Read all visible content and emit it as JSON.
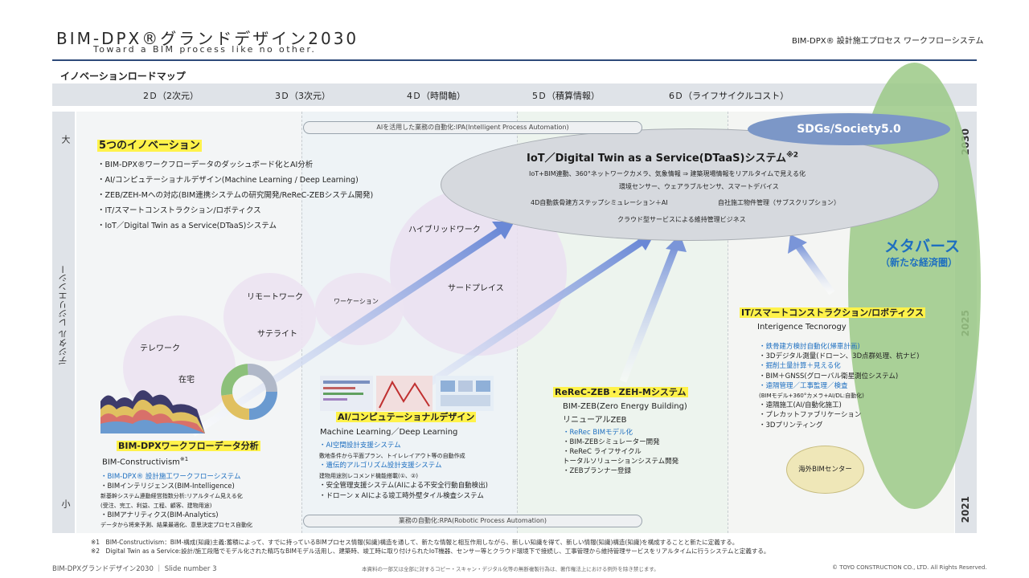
{
  "header": {
    "title": "BIM-DPX®グランドデザイン2030",
    "subtitle": "Toward a BIM process like no other.",
    "tagline": "BIM-DPX®  設計施工プロセス ワークフローシステム"
  },
  "roadmap": {
    "title": "イノベーションロードマップ",
    "dimensions": [
      "2Ｄ（2次元）",
      "3Ｄ（3次元）",
      "4Ｄ（時間軸）",
      "5Ｄ（積算情報）",
      "6Ｄ（ライフサイクルコスト）"
    ],
    "axis_left": {
      "top": "大",
      "middle": "デジタル レジリエンシー",
      "bottom": "小"
    },
    "axis_right": {
      "top": "2030",
      "middle": "2025",
      "bottom": "2021"
    }
  },
  "ipa_label": "AIを活用した業務の自動化:IPA(Intelligent Process Automation)",
  "rpa_label": "業務の自動化:RPA(Robotic Process Automation)",
  "sdgs_label": "SDGs/Society5.0",
  "innovations": {
    "title": "5つのイノベーション",
    "items": [
      "・BIM-DPX®ワークフローデータのダッシュボード化とAI分析",
      "・AI/コンピュテーショナルデザイン(Machine Learning / Deep Learning)",
      "・ZEB/ZEH-Mへの対応(BIM連携システムの研究開発/ReReC-ZEBシステム開発)",
      "・IT/スマートコンストラクション/ロボティクス",
      "・IoT／Digital Twin as a Service(DTaaS)システム"
    ]
  },
  "dtaas": {
    "title": "IoT／Digital Twin as a Service(DTaaS)システム",
    "sup": "※2",
    "lines": [
      "IoT+BIM連動、360°ネットワークカメラ、気象情報 ⇒ 建築現場情報をリアルタイムで見える化",
      "環境センサー、ウェアラブルセンサ、スマートデバイス",
      "4D自動鉄骨建方ステップシミュレーション＋AI",
      "自社施工物件管理（サブスクリプション）",
      "クラウド型サービスによる維持管理ビジネス"
    ]
  },
  "metaverse": {
    "title": "メタバース",
    "sub": "（新たな経済圏）"
  },
  "work_styles": [
    "ハイブリッドワーク",
    "サードプレイス",
    "リモートワーク",
    "ワーケーション",
    "サテライト",
    "テレワーク",
    "在宅"
  ],
  "workflow": {
    "title": "BIM-DPXワークフローデータ分析",
    "sub": "BIM-Constructivism",
    "sub_sup": "※1",
    "items": [
      "・BIM-DPX®  設計施工ワークフローシステム",
      "・BIMインテリジェンス(BIM-Intelligence)",
      "  新基幹システム連動経営指数分析:リアルタイム見える化",
      "  (受注、完工、利益、工程、顧客、建物用途)",
      "・BIMアナリティクス(BIM-Analytics)",
      "  データから将来予測、結果最適化、意思決定プロセス自動化"
    ]
  },
  "ai_design": {
    "title": "AI/コンピュテーショナルデザイン",
    "sub": "Machine Learning／Deep Learning",
    "items": [
      "・AI空間設計支援システム",
      "  敷地条件から平面プラン、トイレレイアウト等の自動作成",
      "・遺伝的アルゴリズム設計支援システム",
      "  建物用途別レコメンド機能搭載(①、②)",
      "・安全管理支援システム(AIによる不安全行動自動検出)",
      "・ドローン x AIによる竣工時外壁タイル検査システム"
    ]
  },
  "zeb": {
    "title": "ReReC-ZEB・ZEH-Mシステム",
    "sub1": "BIM-ZEB(Zero Energy Building)",
    "sub2": "リニューアルZEB",
    "items": [
      "・ReRec BIMモデル化",
      "・BIM-ZEBシミュレーター開発",
      "・ReReC ライフサイクル",
      "  トータルソリューションシステム開発",
      "・ZEBプランナー登録"
    ]
  },
  "it": {
    "title": "IT/スマートコンストラクション/ロボティクス",
    "sub": "Interigence Tecnorogy",
    "items": [
      "・鉄骨建方検討自動化(帰車計画)",
      "・3Dデジタル測量(ドローン、3D点群処理、杭ナビ)",
      "・掘削土量計算＋見える化",
      "・BIM＋GNSS(グローバル衛星測位システム)",
      "・遠隔管理／工事監理／検査",
      "  (BIMモデル+360°カメラ+AI/DL:自動化)",
      "・遠隔施工(AI/自動化施工)",
      "・プレカットファブリケーション",
      "・3Dプリンティング"
    ],
    "blue_items": [
      0,
      2,
      4
    ]
  },
  "overseas": "海外BIMセンター",
  "footnotes": [
    "※1　BIM-Constructivism：BIM-構成(知識)主義:蓄積によって、すでに持っているBIMプロセス情報(知識)構造を通して、新たな情報と相互作用しながら、新しい知識を得て、新しい情報(知識)構造(知識)を構成することと新たに定義する。",
    "※2　Digital Twin as a Service:設計/施工段階でモデル化された精巧なBIMモデル活用し、建築時、竣工時に取り付けられたIoT機器、センサー等とクラウド環境下で接続し、工事管理から維持管理サービスをリアルタイムに行うシステムと定義する。"
  ],
  "footer": {
    "left": "BIM-DPXグランドデザイン2030 ｜ Slide number 3",
    "center": "本資料の一部又は全部に対するコピー・スキャン・デジタル化等の無断複製行為は、著作権法上における例外を除き禁じます。",
    "right": "© TOYO CONSTRUCTION CO., LTD.  All Rights Reserved."
  },
  "colors": {
    "accent_blue": "#1e6fc0",
    "highlight": "#fff24a",
    "header_line": "#2e4a7a",
    "metaverse_green": "#8fc27a"
  }
}
